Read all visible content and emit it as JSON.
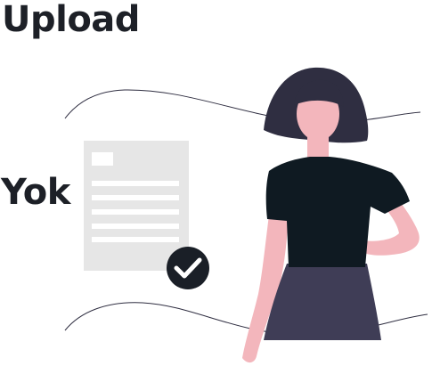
{
  "heading": "Upload",
  "status": "Yok",
  "illustration": {
    "icon": "woman-with-document-illustration",
    "colors": {
      "document": "#e6e6e6",
      "document_lines": "#ffffff",
      "check_badge": "#1a1f27",
      "shirt": "#0f1a22",
      "skirt": "#3f3d56",
      "hair": "#2f2e41",
      "skin": "#f3b6bc",
      "wave": "#2f2e41"
    }
  }
}
